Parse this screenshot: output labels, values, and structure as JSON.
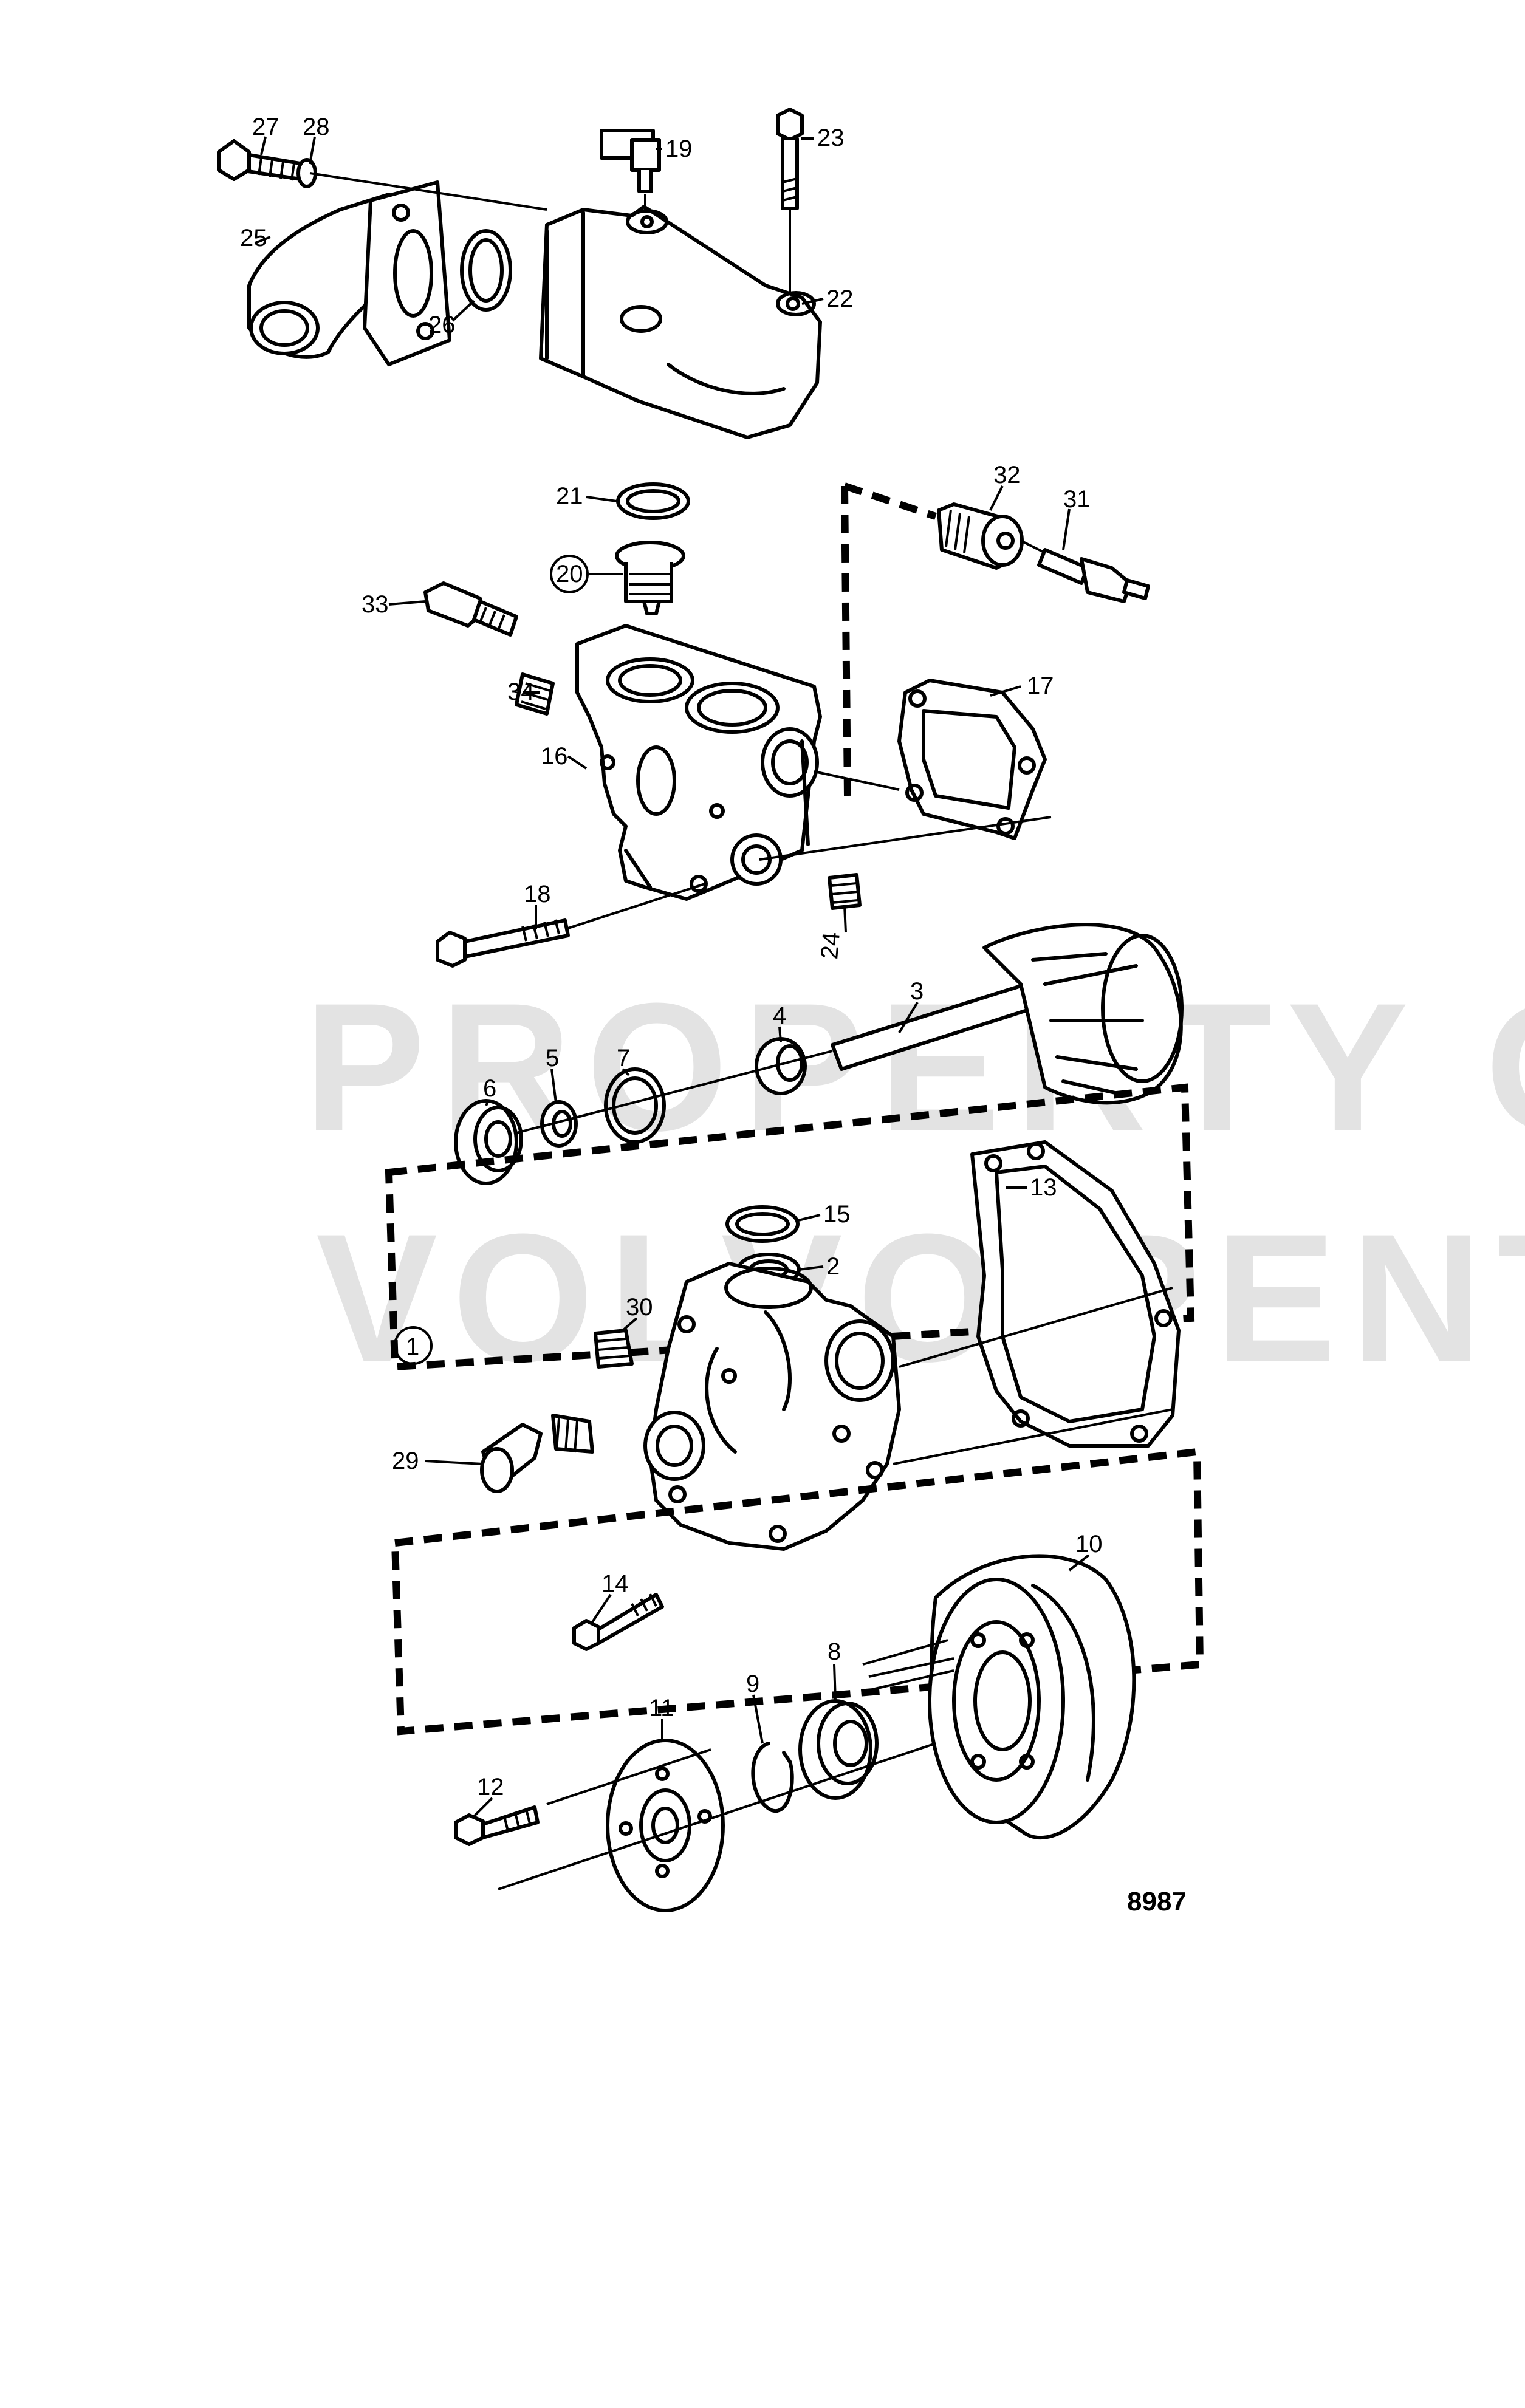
{
  "watermark": {
    "line1": "PROPERTY OF",
    "line2": "VOLVO PENTA"
  },
  "figure_number": "8987",
  "group_marker": "1",
  "callouts": {
    "c27": "27",
    "c28": "28",
    "c19": "19",
    "c23": "23",
    "c25": "25",
    "c26": "26",
    "c22": "22",
    "c21": "21",
    "c20": "20",
    "c32": "32",
    "c31": "31",
    "c33": "33",
    "c17": "17",
    "c34": "34",
    "c16": "16",
    "c18": "18",
    "c24": "24",
    "c3": "3",
    "c4": "4",
    "c5": "5",
    "c6": "6",
    "c7": "7",
    "c13": "13",
    "c15": "15",
    "c2": "2",
    "c30": "30",
    "c29": "29",
    "c14": "14",
    "c10": "10",
    "c8": "8",
    "c9": "9",
    "c11": "11",
    "c12": "12"
  }
}
